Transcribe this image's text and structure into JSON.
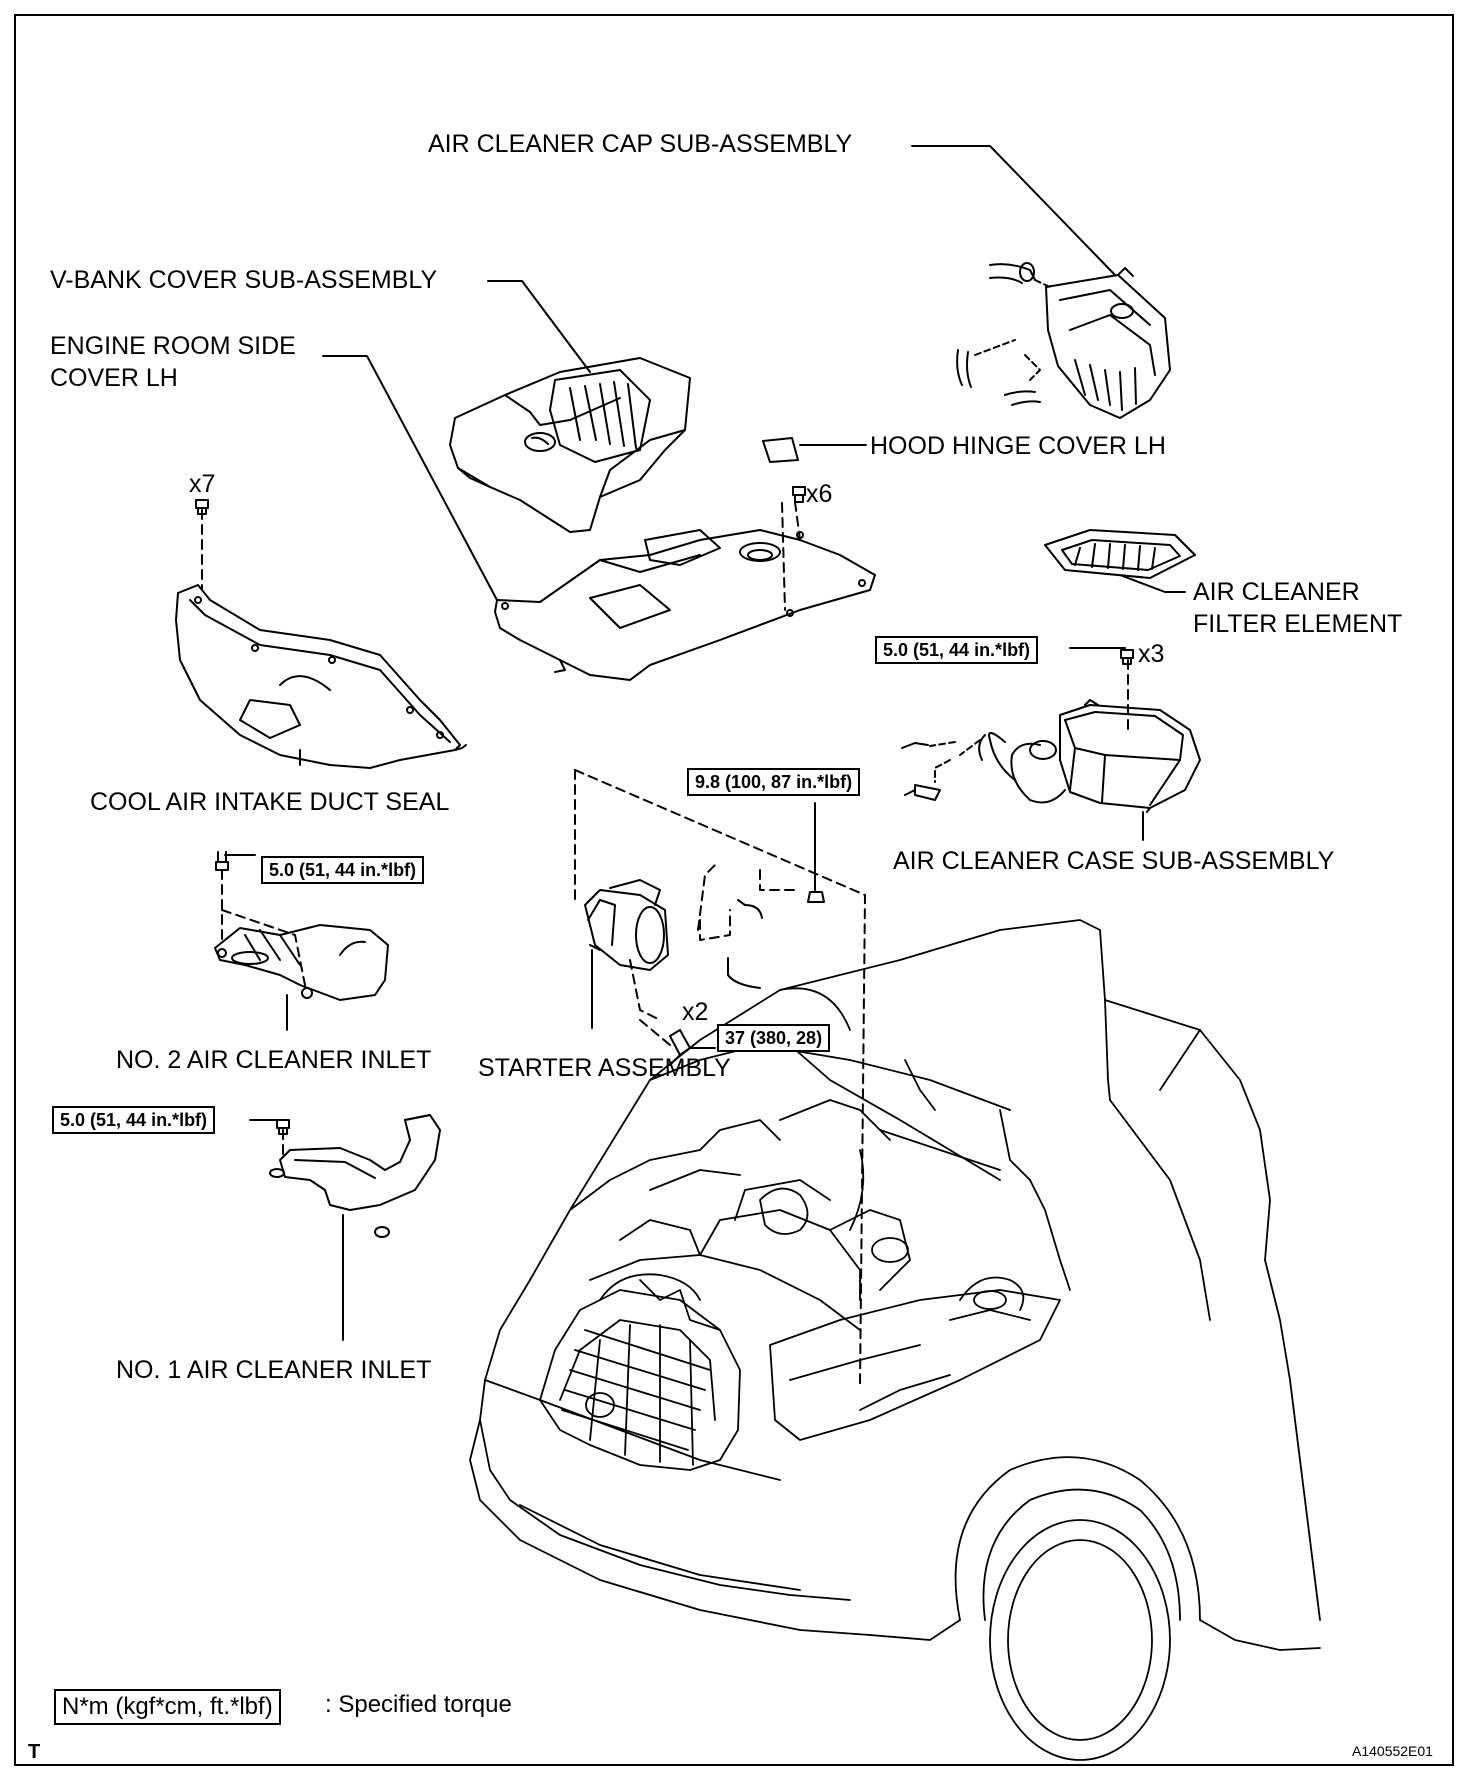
{
  "labels": {
    "air_cleaner_cap": "AIR CLEANER CAP SUB-ASSEMBLY",
    "v_bank_cover": "V-BANK COVER SUB-ASSEMBLY",
    "engine_room_side_cover": "ENGINE ROOM SIDE\nCOVER LH",
    "hood_hinge_cover": "HOOD HINGE COVER LH",
    "air_cleaner_filter": "AIR CLEANER\nFILTER ELEMENT",
    "cool_air_duct_seal": "COOL AIR INTAKE DUCT SEAL",
    "air_cleaner_case": "AIR CLEANER CASE SUB-ASSEMBLY",
    "no2_inlet": "NO. 2 AIR CLEANER INLET",
    "starter": "STARTER ASSEMBLY",
    "no1_inlet": "NO. 1 AIR CLEANER INLET"
  },
  "quantities": {
    "x7": "x7",
    "x6": "x6",
    "x3": "x3",
    "x2": "x2"
  },
  "torques": {
    "case_bolts": "5.0 (51, 44 in.*lbf)",
    "starter_nut": "9.8 (100, 87 in.*lbf)",
    "no2_inlet_bolt": "5.0 (51, 44 in.*lbf)",
    "starter_bolts": "37 (380, 28)",
    "no1_inlet_bolt": "5.0 (51, 44 in.*lbf)"
  },
  "legend": {
    "unit": "N*m (kgf*cm, ft.*lbf)",
    "text": ": Specified torque"
  },
  "corner": {
    "left": "T",
    "figure_id": "A140552E01"
  }
}
